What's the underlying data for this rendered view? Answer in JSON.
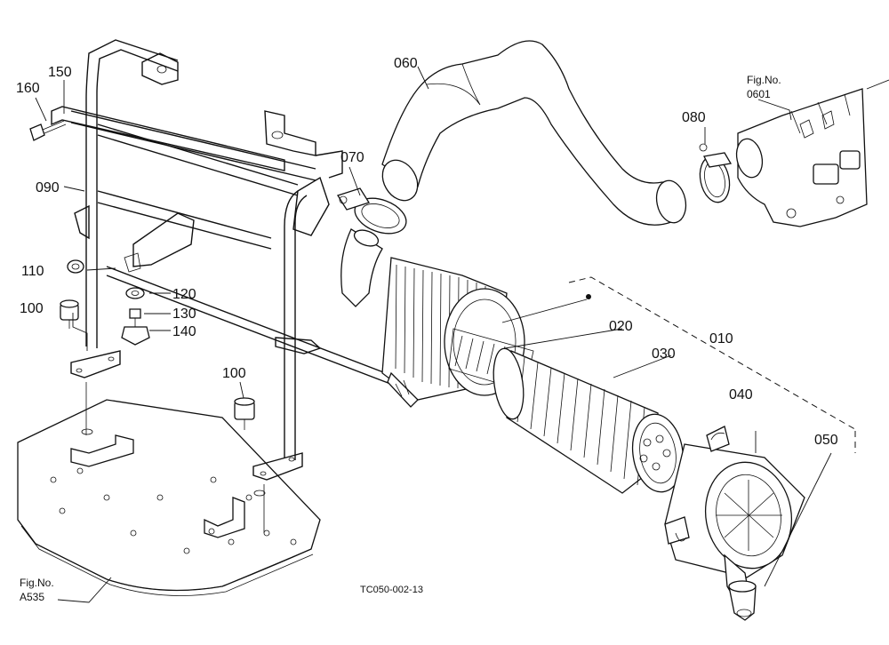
{
  "callouts": {
    "c010": "010",
    "c020": "020",
    "c030": "030",
    "c040": "040",
    "c050": "050",
    "c060": "060",
    "c070": "070",
    "c080": "080",
    "c090": "090",
    "c100a": "100",
    "c100b": "100",
    "c110": "110",
    "c120": "120",
    "c130": "130",
    "c140": "140",
    "c150": "150",
    "c160": "160"
  },
  "refs": {
    "fig0601_line1": "Fig.No.",
    "fig0601_line2": "0601",
    "figA535_line1": "Fig.No.",
    "figA535_line2": "A535"
  },
  "drawing_code": "TC050-002-13"
}
